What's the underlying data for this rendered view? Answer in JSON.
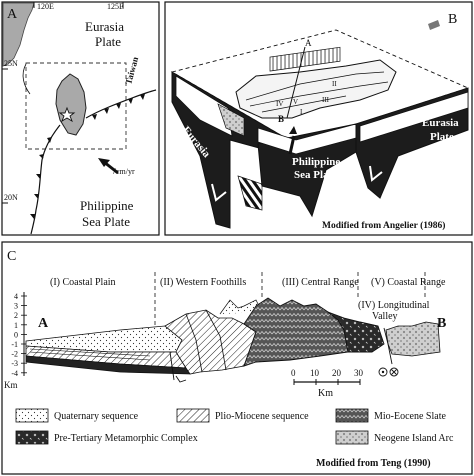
{
  "panel_a": {
    "label": "A",
    "lon_120": "120E",
    "lon_125": "125E",
    "lat_25": "25N",
    "lat_20": "20N",
    "eurasia": [
      "Eurasia",
      "Plate"
    ],
    "taiwan": "Taiwan",
    "rate": "7cm/yr",
    "philippine": [
      "Philippine",
      "Sea Plate"
    ]
  },
  "panel_b": {
    "label": "B",
    "profile_a": "A",
    "profile_b": "B",
    "romans": [
      "I",
      "II",
      "III",
      "IV",
      "V"
    ],
    "eurasia_left": [
      "Eurasia",
      "Plate"
    ],
    "eurasia_right": [
      "Eurasia",
      "Plate"
    ],
    "philippine": [
      "Philippine",
      "Sea Plate"
    ],
    "credit": "Modified from Angelier (1986)"
  },
  "panel_c": {
    "label": "C",
    "zones": [
      "(I) Coastal Plain",
      "(II) Western Foothills",
      "(III) Central Range",
      "(V) Coastal Range"
    ],
    "zone_iv": [
      "(IV) Longitudinal",
      "Valley"
    ],
    "end_a": "A",
    "end_b": "B",
    "y_ticks": [
      "4",
      "3",
      "2",
      "1",
      "0",
      "-1",
      "-2",
      "-3",
      "-4"
    ],
    "y_unit": "Km",
    "scale_ticks": [
      "0",
      "10",
      "20",
      "30"
    ],
    "scale_unit": "Km",
    "legend": {
      "quaternary": "Quaternary sequence",
      "plio": "Plio-Miocene sequence",
      "mio": "Mio-Eocene Slate",
      "pre": "Pre-Tertiary Metamorphic Complex",
      "neogene": "Neogene Island Arc"
    },
    "credit": "Modified from Teng (1990)"
  }
}
